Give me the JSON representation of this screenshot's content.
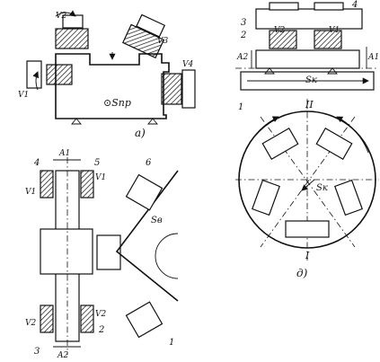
{
  "panel_a": {
    "caption": "а)",
    "feed_label": "⊙Sпр",
    "speed_labels": {
      "v1": "V1",
      "v2": "V2",
      "v3": "V3",
      "v4": "V4"
    }
  },
  "panel_b": {
    "part_numbers": {
      "n1": "1",
      "n2": "2",
      "n3": "3",
      "n4": "4"
    },
    "dims": {
      "a1": "A1",
      "a2": "A2"
    },
    "feed_label": "Sк",
    "speed_labels": {
      "v1": "V1",
      "v2": "V2"
    },
    "station_label": "II"
  },
  "panel_c": {
    "part_numbers": {
      "n1": "1",
      "n2": "2",
      "n3": "3",
      "n4": "4",
      "n5": "5",
      "n6": "6"
    },
    "dims": {
      "a1": "A1",
      "a2": "A2"
    },
    "feed_label": "Sв",
    "speed_labels": {
      "v1_left": "V1",
      "v1_right": "V1",
      "v2_left": "V2",
      "v2_right": "V2"
    }
  },
  "panel_d": {
    "caption": "д)",
    "feed_label": "Sк",
    "station_label": "I"
  }
}
